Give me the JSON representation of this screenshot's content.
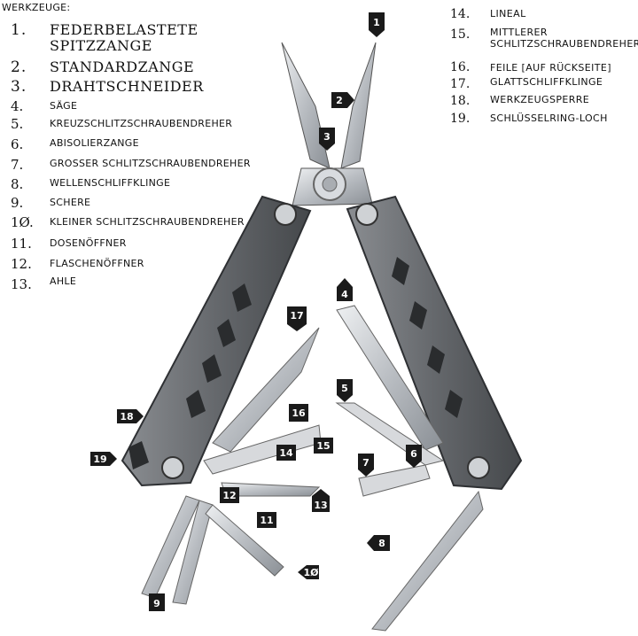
{
  "header": {
    "title": "WERKZEUGE:"
  },
  "left_list": [
    {
      "n": "1.",
      "label": "FEDERBELASTETE",
      "label2": "SPITZZANGE"
    },
    {
      "n": "2.",
      "label": "STANDARDZANGE"
    },
    {
      "n": "3.",
      "label": "DRAHTSCHNEIDER"
    },
    {
      "n": "4.",
      "label": "SÄGE"
    },
    {
      "n": "5.",
      "label": "KREUZSCHLITZSCHRAUBENDREHER"
    },
    {
      "n": "6.",
      "label": "ABISOLIERZANGE"
    },
    {
      "n": "7.",
      "label": "GROSSER SCHLITZSCHRAUBENDREHER"
    },
    {
      "n": "8.",
      "label": "WELLENSCHLIFFKLINGE"
    },
    {
      "n": "9.",
      "label": "SCHERE"
    },
    {
      "n": "1Ø.",
      "label": "KLEINER SCHLITZSCHRAUBENDREHER"
    },
    {
      "n": "11.",
      "label": "DOSENÖFFNER"
    },
    {
      "n": "12.",
      "label": "FLASCHENÖFFNER"
    },
    {
      "n": "13.",
      "label": "AHLE"
    }
  ],
  "right_list": [
    {
      "n": "14.",
      "label": "LINEAL"
    },
    {
      "n": "15.",
      "label": "MITTLERER",
      "label2": "SCHLITZSCHRAUBENDREHER"
    },
    {
      "n": "16.",
      "label": "FEILE [AUF RÜCKSEITE]"
    },
    {
      "n": "17.",
      "label": "GLATTSCHLIFFKLINGE"
    },
    {
      "n": "18.",
      "label": "WERKZEUGSPERRE"
    },
    {
      "n": "19.",
      "label": "SCHLÜSSELRING-LOCH"
    }
  ],
  "callouts": [
    "1",
    "2",
    "3",
    "4",
    "5",
    "6",
    "7",
    "8",
    "9",
    "1Ø",
    "11",
    "12",
    "13",
    "14",
    "15",
    "16",
    "17",
    "18",
    "19"
  ],
  "colors": {
    "tag": "#1a1a1a",
    "steel": "#c9ccd0",
    "handle": "#6c6f73",
    "handle_dark": "#3d3f42"
  }
}
